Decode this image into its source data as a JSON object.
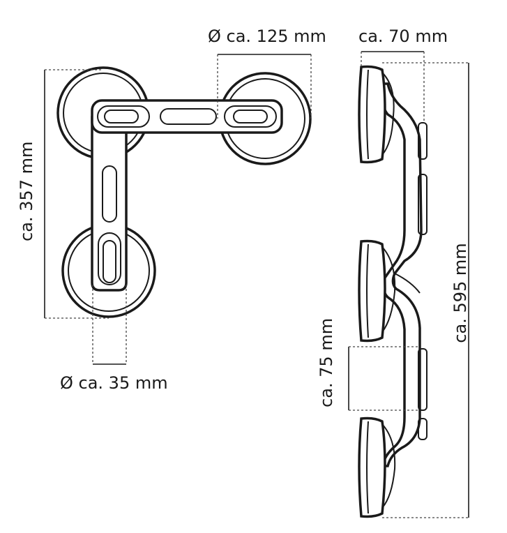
{
  "dimensions": {
    "suction_pad_diameter": "Ø ca. 125 mm",
    "side_depth": "ca. 70 mm",
    "height_left": "ca. 357 mm",
    "handle_diameter": "Ø ca. 35 mm",
    "grip_length": "ca. 75 mm",
    "total_length": "ca. 595 mm"
  },
  "colors": {
    "stroke": "#1a1a1a",
    "dim_line": "#333333",
    "background": "#ffffff"
  }
}
